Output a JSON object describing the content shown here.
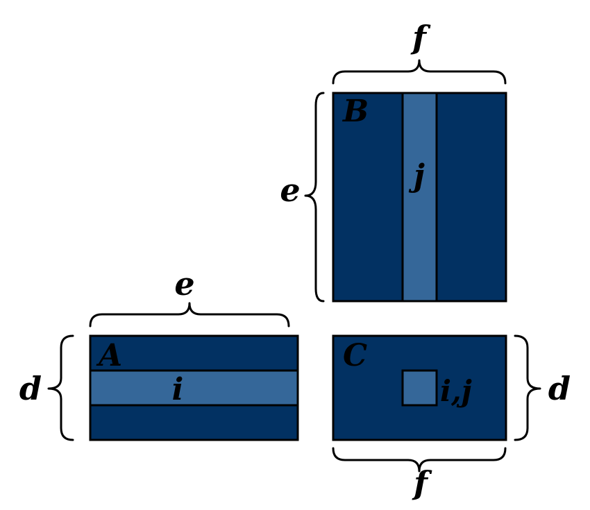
{
  "colors": {
    "matrix_fill": "#023162",
    "highlight_fill": "#356799",
    "outline": "#000000",
    "background": "#ffffff"
  },
  "matrices": {
    "a": {
      "label": "A",
      "highlight_label": "i"
    },
    "b": {
      "label": "B",
      "highlight_label": "j"
    },
    "c": {
      "label": "C",
      "highlight_label": "i,j"
    }
  },
  "dimensions": {
    "a_top": "e",
    "a_left": "d",
    "b_top": "f",
    "b_left": "e",
    "c_right": "d",
    "c_bottom": "f"
  }
}
